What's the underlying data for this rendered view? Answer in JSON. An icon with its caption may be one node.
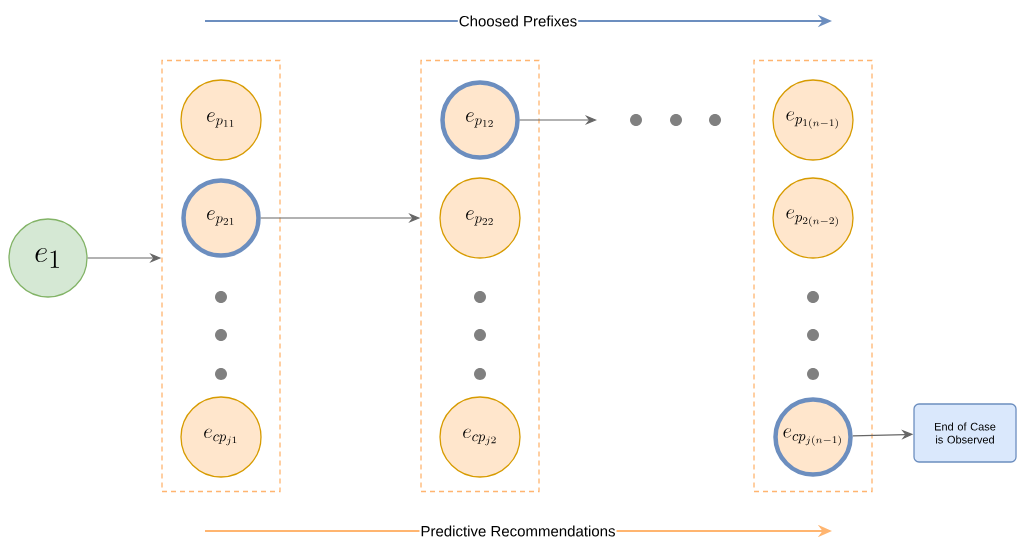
{
  "diagram": {
    "nodes": [
      {
        "text": [
          "e_1"
        ]
      },
      {
        "text": [],
        "shape": "box"
      },
      {
        "text": [
          "e_{p_{11}}"
        ],
        "in": 1
      },
      {
        "text": [
          "e_{p_{21}}"
        ],
        "in": 1
      },
      {
        "text": [
          "e_{cp_{j1}}"
        ],
        "in": 1
      },
      {
        "text": [],
        "shape": "box"
      },
      {
        "text": [
          "e_{p_{12}}"
        ],
        "in": 5
      },
      {
        "text": [
          "e_{p_{22}}"
        ],
        "in": 5
      },
      {
        "text": [
          "e_{cp_{j2}}"
        ],
        "in": 5
      },
      {
        "text": [],
        "shape": "box"
      },
      {
        "text": [
          "e_{p_{1(n-1)}}"
        ],
        "in": 9
      },
      {
        "text": [
          "e_{p_{2(n-2)}}"
        ],
        "in": 9
      },
      {
        "text": [
          "e_{cp_{j(n-1)}}"
        ],
        "in": 9
      },
      {
        "text": [
          "End of Case is Observed"
        ]
      }
    ],
    "edges": [
      {
        "from": 0,
        "to": 1,
        "arrow": "to"
      },
      {
        "from": 3,
        "to": 5,
        "arrow": "to"
      },
      {
        "from": 6,
        "to": null,
        "arrow": "to"
      },
      {
        "from": 12,
        "to": 13,
        "arrow": "to"
      }
    ],
    "labels": [
      "Choosed Prefixes",
      "Predictive Recommendations"
    ]
  }
}
